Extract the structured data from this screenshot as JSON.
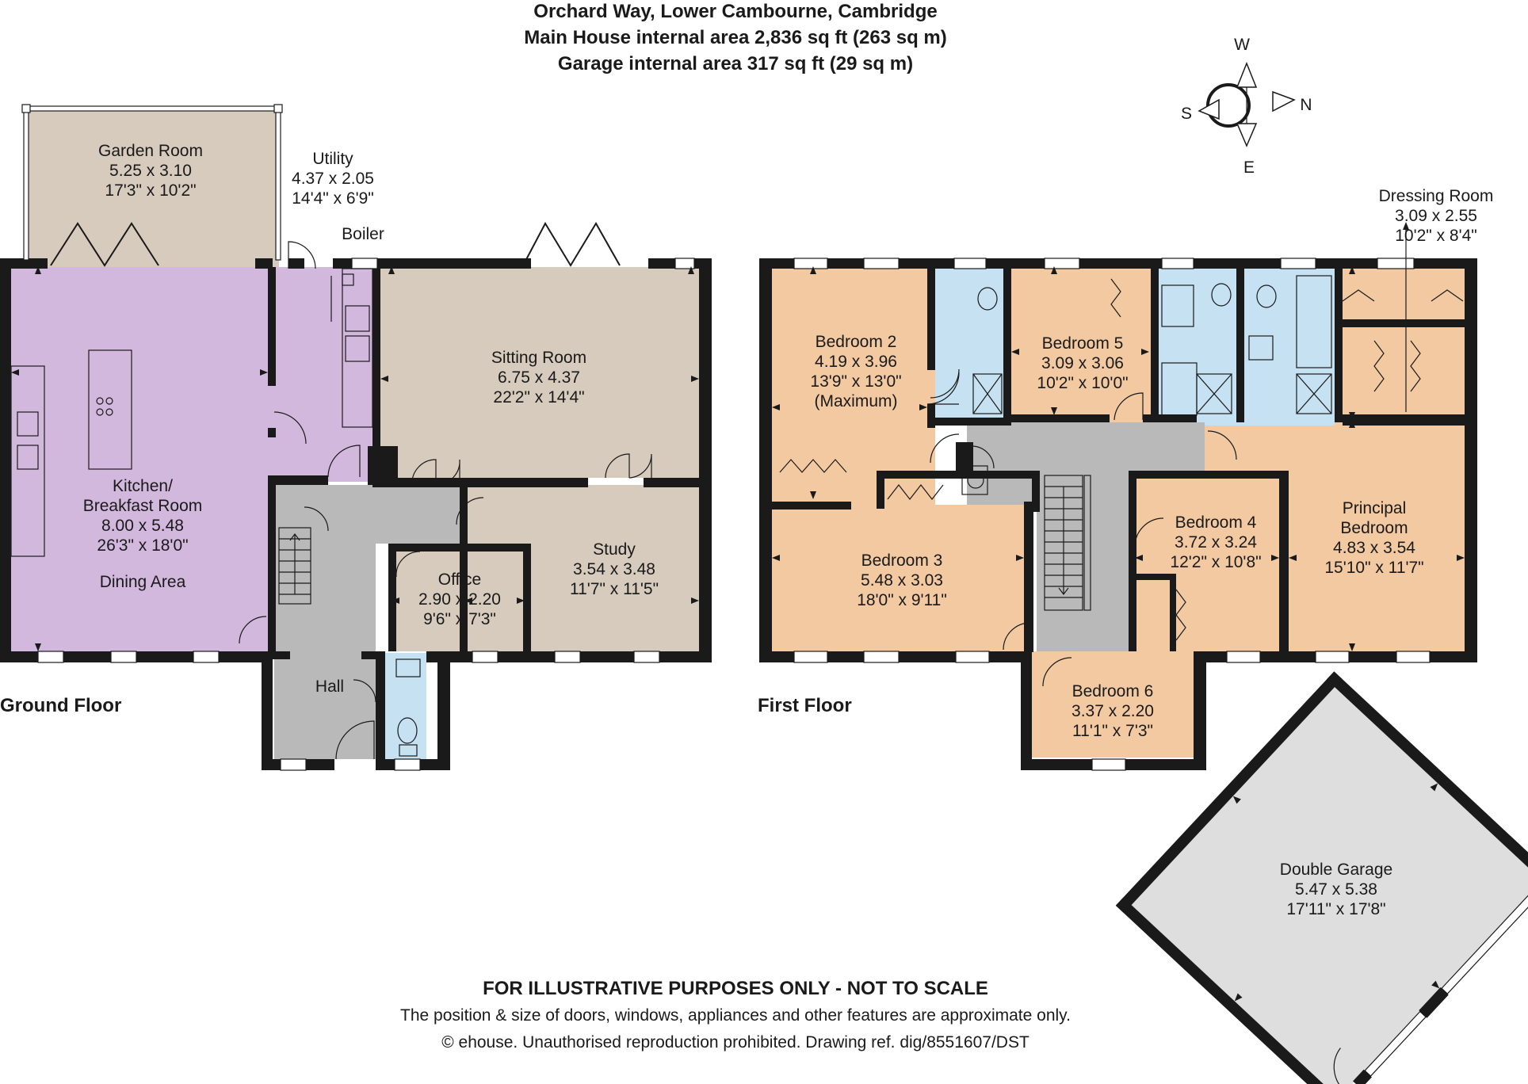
{
  "header": {
    "address": "Orchard Way, Lower Cambourne, Cambridge",
    "main_area": "Main House internal area 2,836 sq ft (263 sq m)",
    "garage_area": "Garage internal area 317 sq ft (29 sq m)"
  },
  "compass": {
    "north": "N",
    "south": "S",
    "east": "E",
    "west": "W"
  },
  "ground_floor": {
    "label": "Ground Floor",
    "garden_room": {
      "name": "Garden Room",
      "metric": "5.25 x 3.10",
      "imperial": "17'3\" x 10'2\""
    },
    "utility": {
      "name": "Utility",
      "metric": "4.37 x 2.05",
      "imperial": "14'4\" x 6'9\""
    },
    "boiler": "Boiler",
    "sitting_room": {
      "name": "Sitting Room",
      "metric": "6.75 x 4.37",
      "imperial": "22'2\" x 14'4\""
    },
    "kitchen": {
      "name1": "Kitchen/",
      "name2": "Breakfast Room",
      "metric": "8.00 x 5.48",
      "imperial": "26'3\" x 18'0\"",
      "extra": "Dining Area"
    },
    "office": {
      "name": "Office",
      "metric": "2.90 x 2.20",
      "imperial": "9'6\" x 7'3\""
    },
    "study": {
      "name": "Study",
      "metric": "3.54 x 3.48",
      "imperial": "11'7\" x 11'5\""
    },
    "hall": "Hall"
  },
  "first_floor": {
    "label": "First Floor",
    "dressing_room": {
      "name": "Dressing Room",
      "metric": "3.09 x 2.55",
      "imperial": "10'2\" x 8'4\""
    },
    "bedroom2": {
      "name": "Bedroom 2",
      "metric": "4.19 x 3.96",
      "imperial": "13'9\" x 13'0\"",
      "extra": "(Maximum)"
    },
    "bedroom5": {
      "name": "Bedroom 5",
      "metric": "3.09 x 3.06",
      "imperial": "10'2\" x 10'0\""
    },
    "bedroom3": {
      "name": "Bedroom 3",
      "metric": "5.48 x 3.03",
      "imperial": "18'0\" x 9'11\""
    },
    "bedroom4": {
      "name": "Bedroom 4",
      "metric": "3.72 x 3.24",
      "imperial": "12'2\" x 10'8\""
    },
    "principal": {
      "name1": "Principal",
      "name2": "Bedroom",
      "metric": "4.83 x 3.54",
      "imperial": "15'10\" x 11'7\""
    },
    "bedroom6": {
      "name": "Bedroom 6",
      "metric": "3.37 x 2.20",
      "imperial": "11'1\" x 7'3\""
    }
  },
  "garage": {
    "name": "Double Garage",
    "metric": "5.47 x 5.38",
    "imperial": "17'11\" x 17'8\""
  },
  "disclaimer": {
    "line1": "FOR ILLUSTRATIVE PURPOSES ONLY - NOT TO SCALE",
    "line2": "The position & size of doors, windows, appliances and other features are approximate only.",
    "line3": "© ehouse. Unauthorised reproduction prohibited. Drawing ref. dig/8551607/DST"
  },
  "colors": {
    "kitchen": "#d3b8de",
    "neutral_room": "#d6cbbd",
    "bedroom": "#f2c9a1",
    "bathroom": "#c5e1f2",
    "landing": "#b9b9b9",
    "garage": "#dedede",
    "wall": "#1a1a1a"
  }
}
